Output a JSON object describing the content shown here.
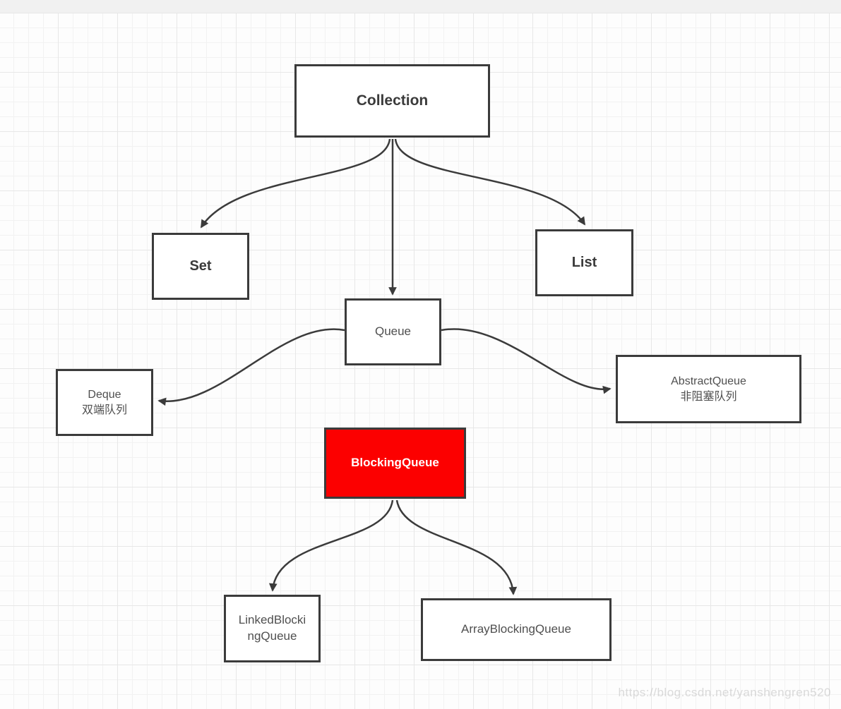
{
  "diagram": {
    "title_node": "Collection",
    "nodes": [
      {
        "id": "collection",
        "label": "Collection"
      },
      {
        "id": "set",
        "label": "Set"
      },
      {
        "id": "list",
        "label": "List"
      },
      {
        "id": "queue",
        "label": "Queue"
      },
      {
        "id": "deque",
        "label": "Deque",
        "sublabel": "双端队列"
      },
      {
        "id": "abstract-queue",
        "label": "AbstractQueue",
        "sublabel": "非阻塞队列"
      },
      {
        "id": "blocking-queue",
        "label": "BlockingQueue",
        "highlighted": true
      },
      {
        "id": "linked-blocking-queue",
        "label": "LinkedBlockingQueue"
      },
      {
        "id": "array-blocking-queue",
        "label": "ArrayBlockingQueue"
      }
    ],
    "edges": [
      {
        "from": "collection",
        "to": "set"
      },
      {
        "from": "collection",
        "to": "queue"
      },
      {
        "from": "collection",
        "to": "list"
      },
      {
        "from": "queue",
        "to": "deque"
      },
      {
        "from": "queue",
        "to": "abstract-queue"
      },
      {
        "from": "queue",
        "to": "blocking-queue"
      },
      {
        "from": "blocking-queue",
        "to": "linked-blocking-queue"
      },
      {
        "from": "blocking-queue",
        "to": "array-blocking-queue"
      }
    ],
    "colors": {
      "node_border": "#3b3b3b",
      "node_fill": "#ffffff",
      "node_text": "#4f4f4f",
      "arrow": "#3b3b3b",
      "highlight_fill": "#fc0000",
      "highlight_text": "#ffffff",
      "grid_line": "#f2f2f2",
      "grid_major_line": "#e7e7e7",
      "topbar_fill": "#f1f1f1"
    }
  },
  "watermark": {
    "text": "https://blog.csdn.net/yanshengren520"
  }
}
